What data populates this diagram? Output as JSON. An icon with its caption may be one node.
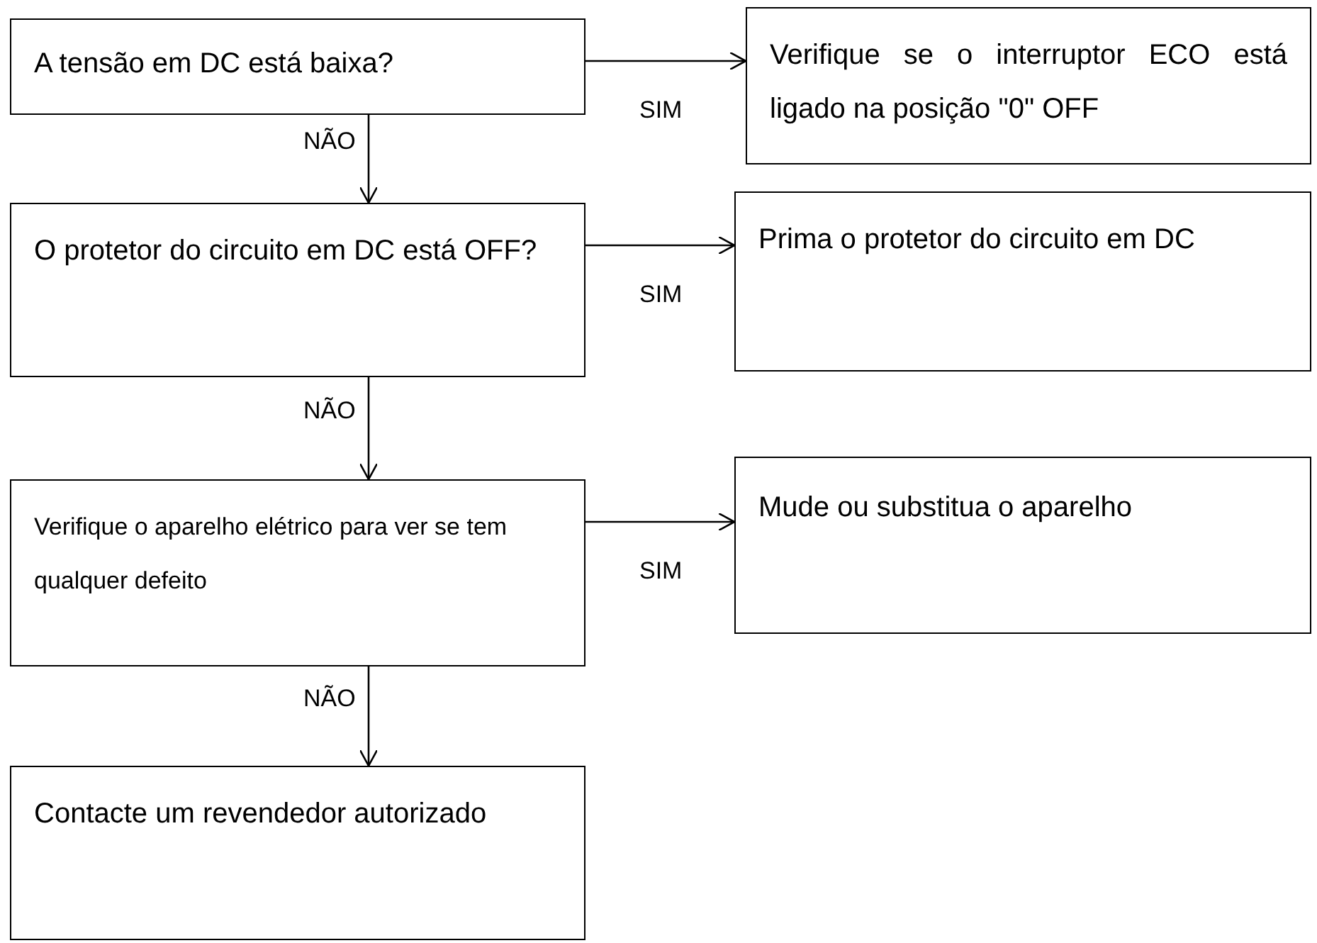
{
  "diagram": {
    "nodes": [
      {
        "text": [
          "A tensão em DC está baixa?"
        ]
      },
      {
        "text": [
          "Verifique se o interruptor ECO está ligado na posição \"0\" OFF"
        ]
      },
      {
        "text": [
          "O protetor do circuito em DC está OFF?"
        ]
      },
      {
        "text": [
          "Prima o protetor do circuito em DC"
        ]
      },
      {
        "text": [
          "Verifique o aparelho elétrico para ver se tem qualquer defeito"
        ]
      },
      {
        "text": [
          "Mude ou substitua o aparelho"
        ]
      },
      {
        "text": [
          "Contacte um revendedor autorizado"
        ]
      }
    ],
    "edges": [
      {
        "from": 0,
        "to": 1,
        "arrow": "to",
        "label": "SIM"
      },
      {
        "from": 0,
        "to": 2,
        "arrow": "to",
        "label": "NÃO"
      },
      {
        "from": 2,
        "to": 3,
        "arrow": "to",
        "label": "SIM"
      },
      {
        "from": 2,
        "to": 4,
        "arrow": "to",
        "label": "NÃO"
      },
      {
        "from": 4,
        "to": 5,
        "arrow": "to",
        "label": "SIM"
      },
      {
        "from": 4,
        "to": 6,
        "arrow": "to",
        "label": "NÃO"
      }
    ]
  }
}
